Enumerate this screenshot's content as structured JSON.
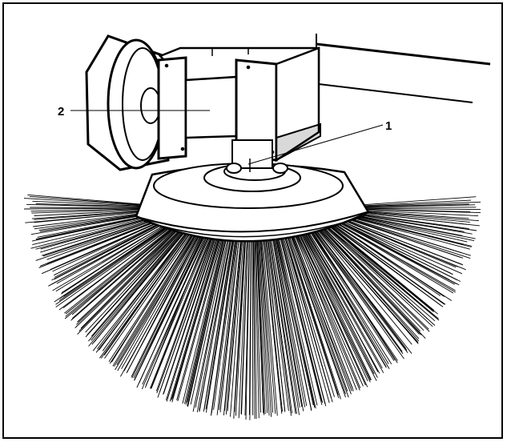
{
  "figure": {
    "callouts": [
      {
        "id": "1",
        "text": "1"
      },
      {
        "id": "2",
        "text": "2"
      }
    ]
  },
  "colors": {
    "ink": "#000000",
    "paper": "#ffffff"
  }
}
